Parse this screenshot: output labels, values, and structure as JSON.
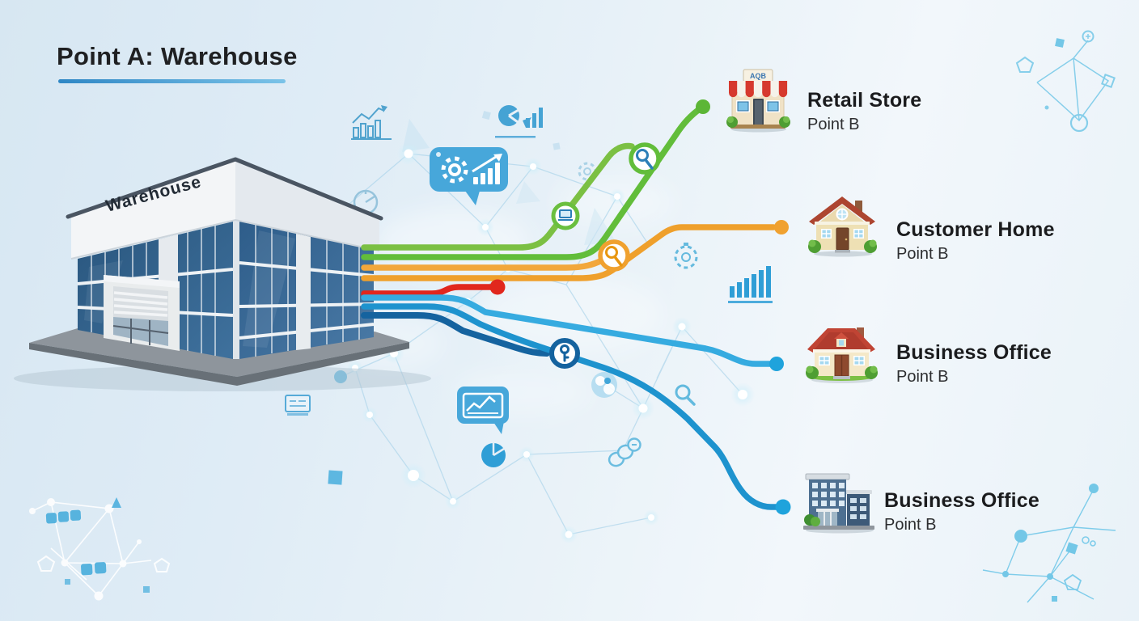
{
  "title": {
    "text": "Point A: Warehouse"
  },
  "warehouse": {
    "label": "Point A: Warehouse",
    "sign_text": "Warehouse"
  },
  "destinations": [
    {
      "name": "Retail Store",
      "sublabel": "Point B",
      "icon": "storefront-icon",
      "sign_text": "AQB",
      "marker_color": "#5cb636",
      "route_color": "#62bd3a"
    },
    {
      "name": "Customer Home",
      "sublabel": "Point B",
      "icon": "house-icon",
      "marker_color": "#f0a12f",
      "route_color": "#efa02c"
    },
    {
      "name": "Business Office",
      "sublabel": "Point B",
      "icon": "cottage-house-icon",
      "marker_color": "#1fa3dc",
      "route_color": "#36abe0"
    },
    {
      "name": "Business Office",
      "sublabel": "Point B",
      "icon": "office-building-icon",
      "marker_color": "#1fa3dc",
      "route_color": "#1e93ce"
    }
  ],
  "routes": {
    "origin": "Warehouse",
    "lines": [
      {
        "color": "#7bc043",
        "ends_at": "laptop-node"
      },
      {
        "color": "#62bd3a",
        "ends_at": "Retail Store"
      },
      {
        "color": "#f2a73b",
        "ends_at": "orange-search-node"
      },
      {
        "color": "#efa02c",
        "ends_at": "Customer Home"
      },
      {
        "color": "#e1271d",
        "ends_at": "red-endpoint-dot"
      },
      {
        "color": "#36abe0",
        "ends_at": "Business Office (cottage)"
      },
      {
        "color": "#15639f",
        "ends_at": "key-node"
      },
      {
        "color": "#1e93ce",
        "ends_at": "Business Office (building)"
      }
    ]
  },
  "decor": {
    "icons": [
      "gear-chart-bubble-icon",
      "line-chart-bubble-icon",
      "pie-bar-chart-icon",
      "combo-chart-icon",
      "gauge-icon",
      "bar-chart-icon",
      "search-icon",
      "key-icon",
      "laptop-icon",
      "timer-gear-icon",
      "gear-icon",
      "coins-icon",
      "pie-chart-icon",
      "monitor-icon",
      "network-mesh"
    ]
  },
  "colors": {
    "background_left": "#d7e7f2",
    "background_right": "#f2f7fb",
    "bubble_blue": "#47a7da",
    "title_underline": "#3a8fc7",
    "mesh_blue": "#a9d3ea"
  }
}
